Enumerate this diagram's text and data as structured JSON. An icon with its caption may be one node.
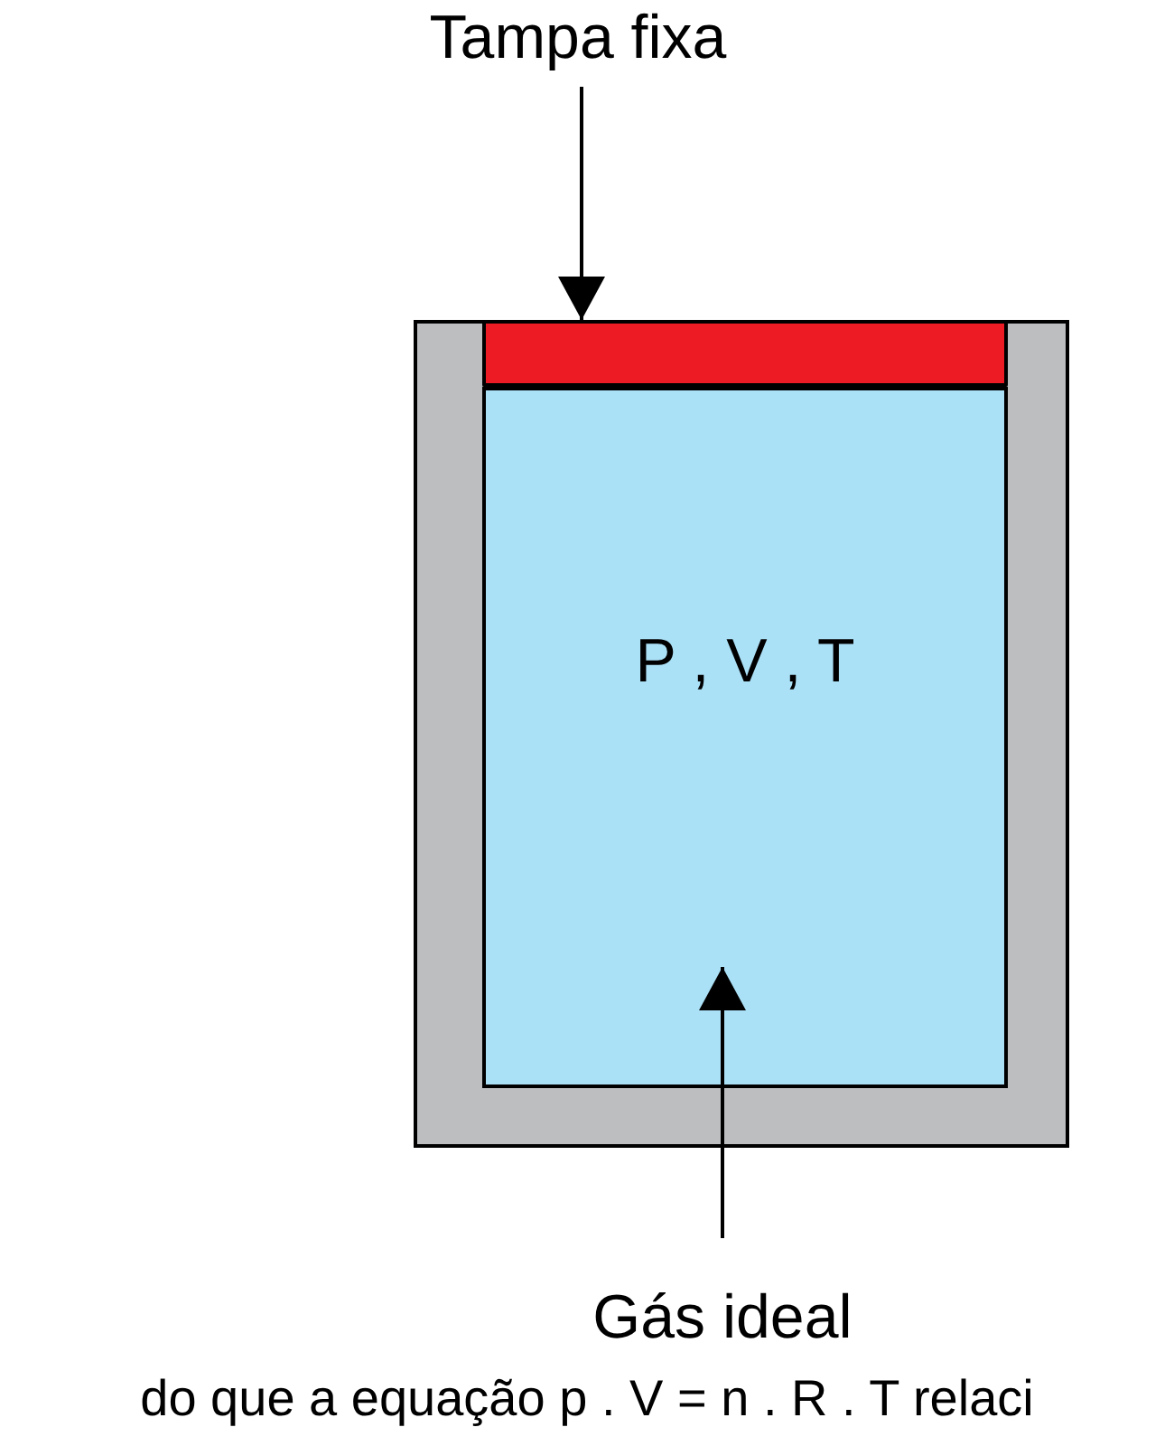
{
  "diagram": {
    "nodes": [
      {
        "text": [
          "Tampa fixa"
        ]
      },
      {
        "text": [],
        "shape": "box"
      },
      {
        "text": [],
        "shape": "bar",
        "in": 1
      },
      {
        "text": [
          "P , V , T"
        ],
        "in": 1
      },
      {
        "text": [
          "Gás ideal"
        ]
      }
    ],
    "edges": [
      {
        "from": 0,
        "to": 2,
        "arrow": "to"
      },
      {
        "from": 4,
        "to": 3,
        "arrow": "to"
      }
    ],
    "labels": [
      "do que a equação p . V = n . R . T relaci"
    ]
  }
}
